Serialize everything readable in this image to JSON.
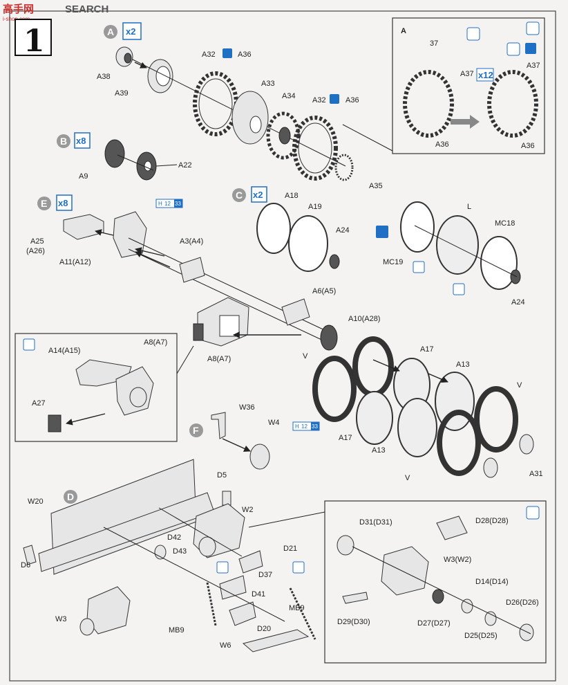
{
  "watermark": {
    "part1": "高手网",
    "part2": "SEARCH",
    "part3": "i-shop.com"
  },
  "step": {
    "number": "1"
  },
  "sub_assemblies": [
    {
      "letter": "A",
      "qty": "x2"
    },
    {
      "letter": "B",
      "qty": "x8"
    },
    {
      "letter": "C",
      "qty": "x2"
    },
    {
      "letter": "E",
      "qty": "x8"
    },
    {
      "letter": "F",
      "qty": ""
    },
    {
      "letter": "D",
      "qty": ""
    }
  ],
  "labels": {
    "A38": "A38",
    "A39": "A39",
    "A32a": "A32",
    "A36a": "A36",
    "A33": "A33",
    "A34": "A34",
    "A32b": "A32",
    "A36b": "A36",
    "A35": "A35",
    "A9": "A9",
    "A22": "A22",
    "A18": "A18",
    "A19": "A19",
    "A24a": "A24",
    "L": "L",
    "MC18": "MC18",
    "MC19": "MC19",
    "A24b": "A24",
    "A25": "A25",
    "A26": "(A26)",
    "A11": "A11(A12)",
    "A3": "A3(A4)",
    "A6": "A6(A5)",
    "A10": "A10(A28)",
    "A8a": "A8(A7)",
    "A8b": "A8(A7)",
    "A14": "A14(A15)",
    "A27": "A27",
    "V1": "V",
    "A17a": "A17",
    "A13a": "A13",
    "V2": "V",
    "A17b": "A17",
    "A13b": "A13",
    "V3": "V",
    "A31": "A31",
    "W36": "W36",
    "W4": "W4",
    "D5": "D5",
    "W20": "W20",
    "W2": "W2",
    "D42": "D42",
    "D43": "D43",
    "D21": "D21",
    "D37": "D37",
    "D6": "D6",
    "D41": "D41",
    "MB9a": "MB9",
    "W3": "W3",
    "MB9b": "MB9",
    "D20": "D20",
    "W6": "W6",
    "inset_A": "A",
    "inset_37": "37",
    "inset_A37a": "A37",
    "inset_x12": "x12",
    "inset_A37b": "A37",
    "inset_A36a": "A36",
    "inset_A36b": "A36",
    "D31": "D31(D31)",
    "D28": "D28(D28)",
    "W3W2": "W3(W2)",
    "D14": "D14(D14)",
    "D26": "D26(D26)",
    "D29": "D29(D30)",
    "D27": "D27(D27)",
    "D25": "D25(D25)"
  },
  "paint_refs": [
    {
      "code": "H",
      "n1": "12",
      "n2": "33"
    },
    {
      "code": "H",
      "n1": "12",
      "n2": "33"
    }
  ]
}
